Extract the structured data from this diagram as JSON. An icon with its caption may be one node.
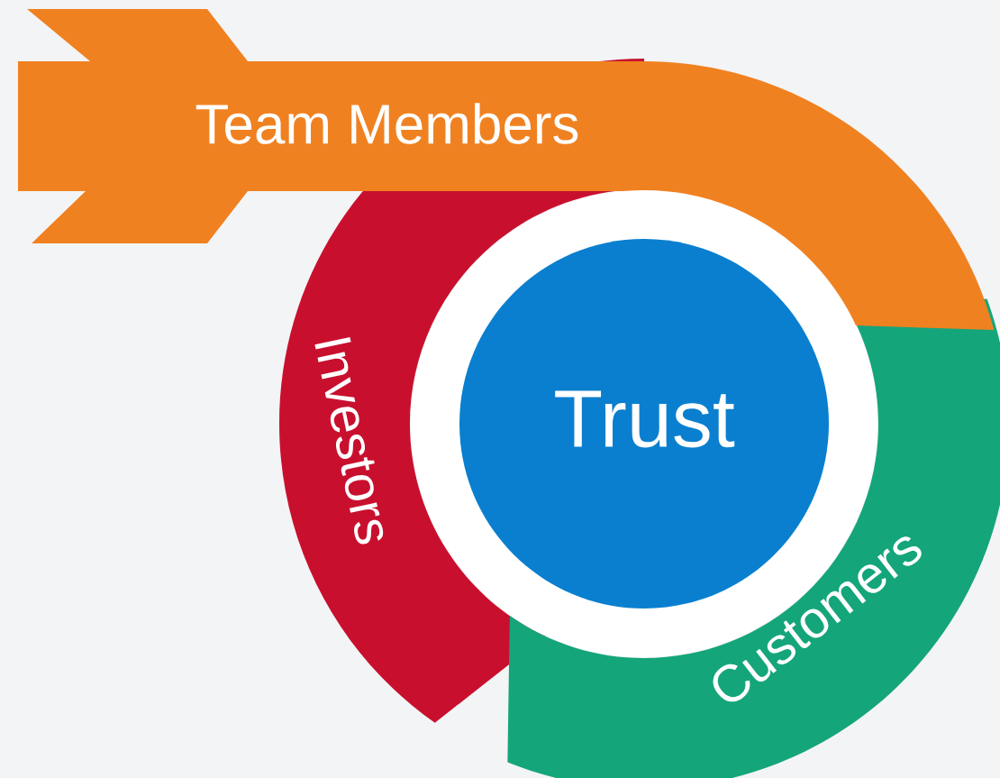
{
  "diagram": {
    "nodes": [
      {
        "text": [
          "Team Members"
        ]
      },
      {
        "text": [
          "Investors"
        ]
      },
      {
        "text": [
          "Customers"
        ]
      },
      {
        "text": [
          "Trust"
        ]
      }
    ]
  }
}
